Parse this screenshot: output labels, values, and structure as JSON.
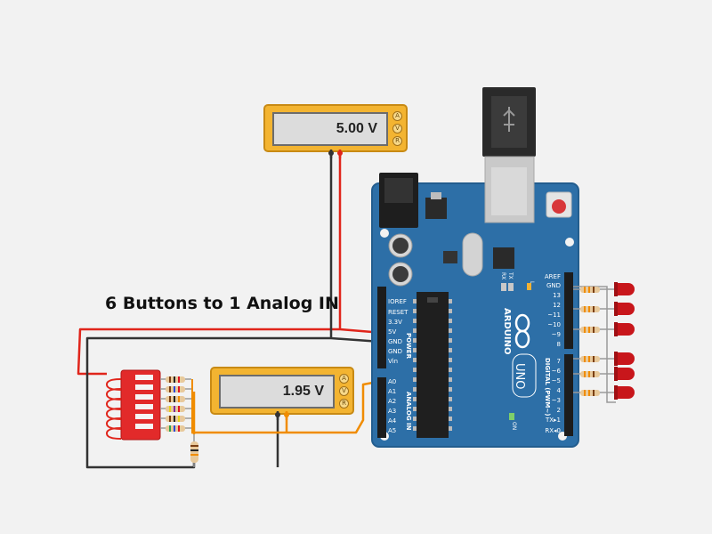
{
  "title": "6 Buttons to 1 Analog IN",
  "multimeter_top": {
    "reading": "5.00 V",
    "modes": [
      "A",
      "V",
      "R"
    ]
  },
  "multimeter_bottom": {
    "reading": "1.95 V",
    "modes": [
      "A",
      "V",
      "R"
    ]
  },
  "arduino": {
    "brand": "ARDUINO",
    "model": "UNO",
    "power_header": [
      "IOREF",
      "RESET",
      "3.3V",
      "5V",
      "GND",
      "GND",
      "Vin"
    ],
    "power_label": "POWER",
    "analog_header": [
      "A0",
      "A1",
      "A2",
      "A3",
      "A4",
      "A5"
    ],
    "analog_label": "ANALOG IN",
    "digital_top": [
      "AREF",
      "GND",
      "13",
      "12",
      "~11",
      "~10",
      "~9",
      "8"
    ],
    "digital_bottom": [
      "7",
      "~6",
      "~5",
      "4",
      "~3",
      "2",
      "TX▸1",
      "RX◂0"
    ],
    "digital_label": "DIGITAL (PWM~)",
    "led_labels": [
      "L",
      "TX",
      "RX"
    ],
    "on_label": "ON"
  },
  "colors": {
    "board": "#2d6fa7",
    "meter": "#f3b431",
    "wire_red": "#e0251b",
    "wire_black": "#3a3a3a",
    "wire_orange": "#f08c00",
    "led_red": "#c8161b",
    "dip_switch": "#e22a2a"
  }
}
